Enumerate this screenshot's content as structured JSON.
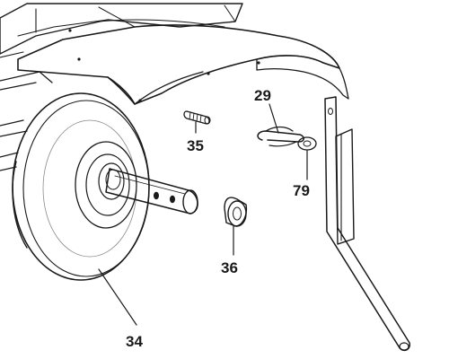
{
  "parts": [
    {
      "number": "29",
      "part": "hairpin-cotter-pin"
    },
    {
      "number": "35",
      "part": "set-screw"
    },
    {
      "number": "79",
      "part": "washer"
    },
    {
      "number": "36",
      "part": "spacer-bushing"
    },
    {
      "number": "34",
      "part": "drive-wheel"
    }
  ],
  "colors": {
    "line": "#1a1a1a",
    "fender_fill": "#e6e6e6",
    "wheel_fill": "#e8e8e8",
    "background": "#ffffff"
  }
}
